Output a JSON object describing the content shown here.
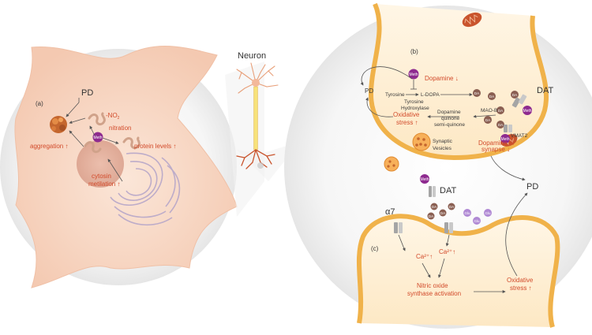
{
  "panel_a": {
    "tag": "(a)",
    "pd": "PD",
    "no2": "-NO",
    "no2_sub": "2",
    "nitration": "nitration",
    "meth": "Meth",
    "protein_levels": "protein levels ↑",
    "aggregation": "aggregation ↑",
    "cytosin_line1": "cytosin",
    "cytosin_line2": "metilation ↑"
  },
  "neuron": {
    "title": "Neuron"
  },
  "panel_b": {
    "tag": "(b)",
    "meth": "Meth",
    "dopamine": "Dopamine ↓",
    "pd": "PD",
    "tyrosine": "Tyrosine",
    "ldopa": "L-DOPA",
    "tyr_hydroxylase_1": "Tyrosine",
    "tyr_hydroxylase_2": "Hydroxylase",
    "dat": "DAT",
    "oxidative_1": "Oxidative",
    "oxidative_2": "stress ↑",
    "dq_1": "Dopamine",
    "dq_2": "quinone",
    "dq_3": "semi-quinone",
    "maob": "MAO-B",
    "vmat2": "VMAT2",
    "synaptic_1": "Synaptic",
    "synaptic_2": "Vesicles",
    "da_synapse_1": "Dopamine in",
    "da_synapse_2": "synapse ↓",
    "da": "DA",
    "dat_cleft": "DAT"
  },
  "panel_c": {
    "tag": "(c)",
    "alpha7": "α7",
    "ca1": "Ca²⁺↑",
    "ca2": "Ca²⁺↑",
    "no_1": "Nitric oxide",
    "no_2": "synthase activation",
    "ox_1": "Oxidative",
    "ox_2": "stress ↑",
    "pd": "PD",
    "glu": "Glu"
  },
  "colors": {
    "accent_red": "#d24a2a",
    "membrane_orange": "#f0b24a",
    "meth_purple": "#8e2a8f",
    "da_brown": "#8a5f52",
    "cell_peach": "#f7d9c6"
  }
}
